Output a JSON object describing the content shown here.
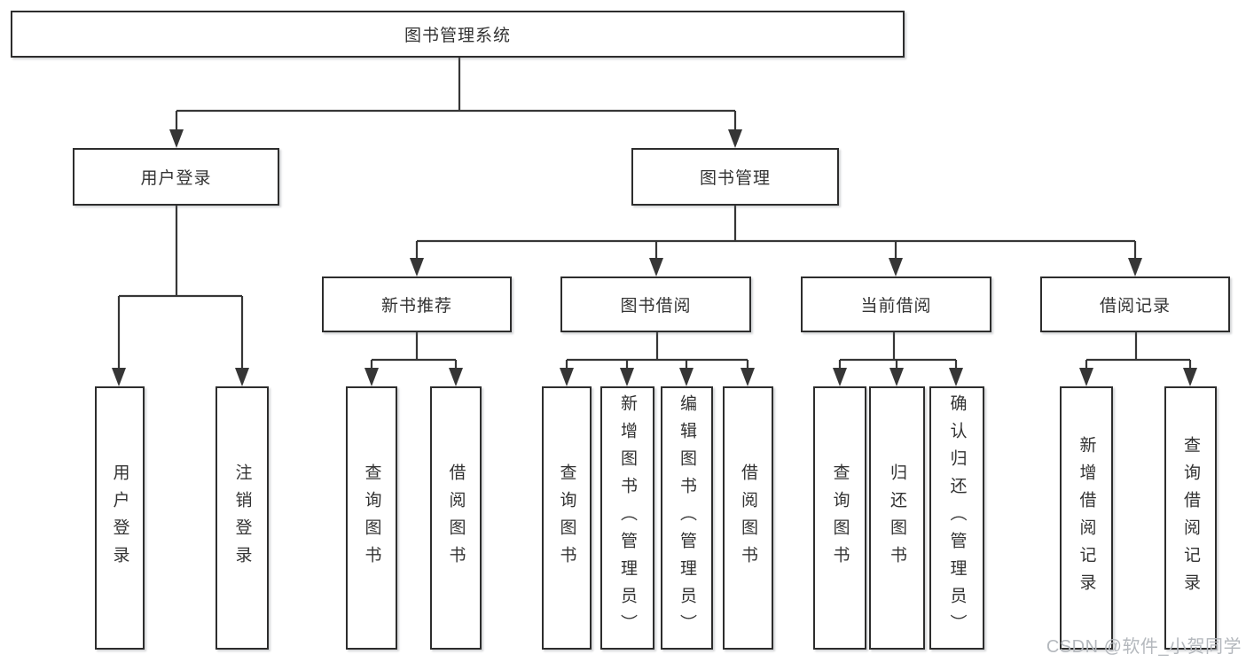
{
  "diagram": {
    "root": {
      "label": "图书管理系统"
    },
    "level2": [
      {
        "label": "用户登录"
      },
      {
        "label": "图书管理"
      }
    ],
    "level3": [
      {
        "label": "新书推荐"
      },
      {
        "label": "图书借阅"
      },
      {
        "label": "当前借阅"
      },
      {
        "label": "借阅记录"
      }
    ],
    "leaves": [
      {
        "label": "用户登录"
      },
      {
        "label": "注销登录"
      },
      {
        "label": "查询图书"
      },
      {
        "label": "借阅图书"
      },
      {
        "label": "查询图书"
      },
      {
        "label": "新增图书（管理员）"
      },
      {
        "label": "编辑图书（管理员）"
      },
      {
        "label": "借阅图书"
      },
      {
        "label": "查询图书"
      },
      {
        "label": "归还图书"
      },
      {
        "label": "确认归还（管理员）"
      },
      {
        "label": "新增借阅记录"
      },
      {
        "label": "查询借阅记录"
      }
    ]
  },
  "watermark": {
    "text": "CSDN @软件_小贺同学"
  },
  "colors": {
    "background": "#ffffff",
    "box_fill": "#ffffff",
    "box_border": "#2d2d2d",
    "line": "#363636",
    "text": "#333333",
    "watermark": "#b4b8bd"
  }
}
